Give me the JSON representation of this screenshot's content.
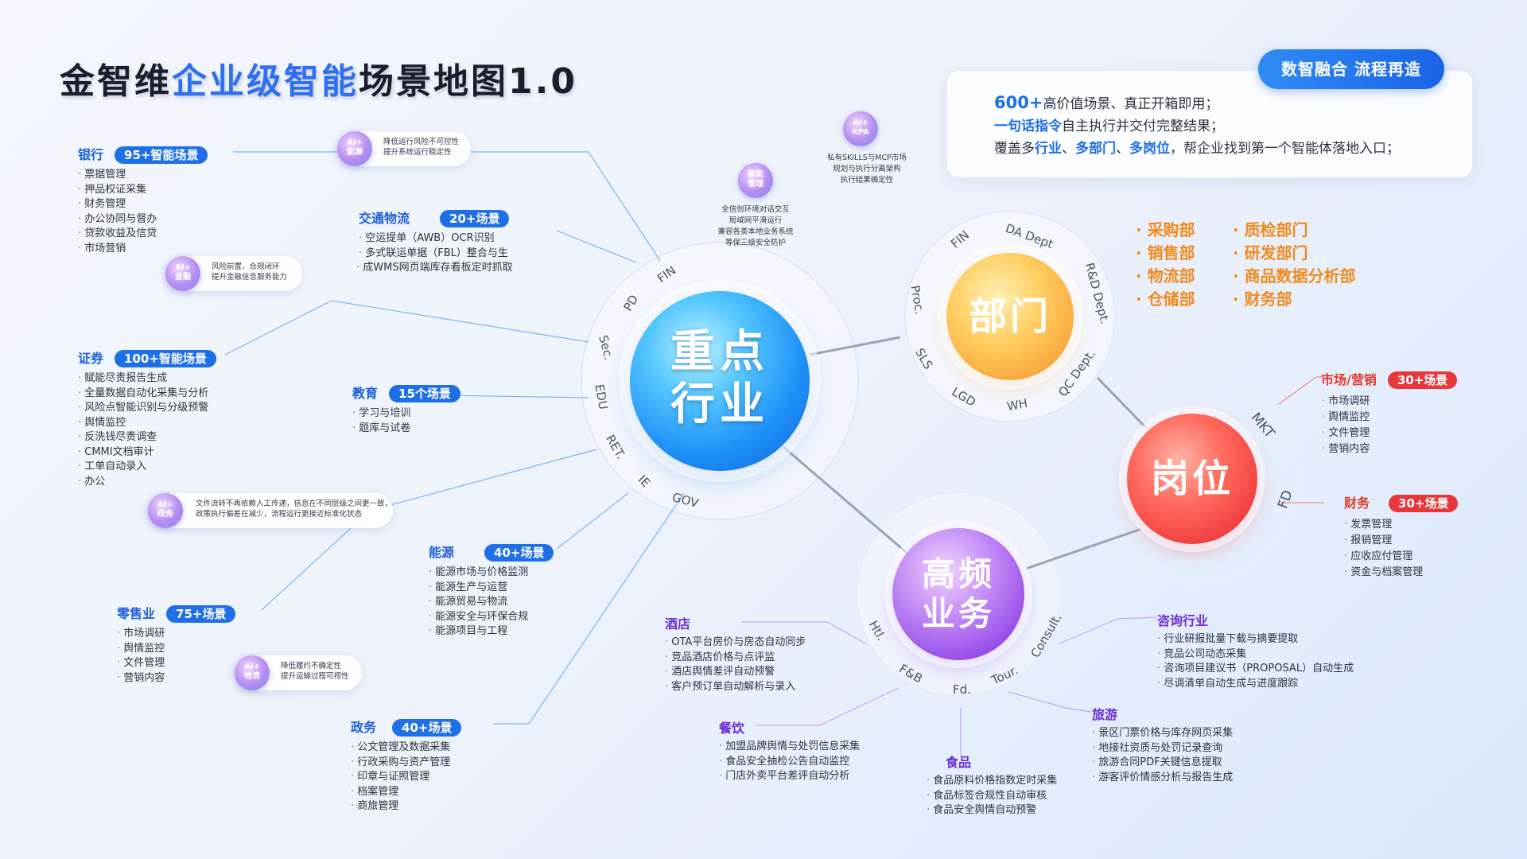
{
  "title": {
    "part1": "金智维",
    "part2": "企业级智能",
    "part3": "场景地图1.0"
  },
  "intro": {
    "tag": "数智融合 流程再造",
    "line1_highlight": "600+",
    "line1_rest": "高价值场景、真正开箱即用；",
    "line2_highlight": "一句话指令",
    "line2_rest": "自主执行并交付完整结果；",
    "line3_a": "覆盖多",
    "line3_b": "行业",
    "line3_c": "、",
    "line3_d": "多部门",
    "line3_e": "、",
    "line3_f": "多岗位",
    "line3_g": "，帮企业找到第一个智能体落地入口；"
  },
  "hubs": {
    "industry": {
      "line1": "重点",
      "line2": "行业"
    },
    "department": "部门",
    "position": "岗位",
    "frequent": {
      "line1": "高频",
      "line2": "业务"
    }
  },
  "ring_labels": {
    "industry": [
      "FIN",
      "PD",
      "Sec.",
      "EDU",
      "RET.",
      "IE",
      "GOV"
    ],
    "department": [
      "FIN",
      "DA Dept",
      "R&D Dept.",
      "QC Dept.",
      "WH",
      "LGD",
      "SLS",
      "Proc."
    ],
    "position": [
      "MKT",
      "FD"
    ],
    "frequent": [
      "Htl.",
      "F&B",
      "Fd.",
      "Tour.",
      "Consult."
    ]
  },
  "industries": {
    "bank": {
      "name": "银行",
      "count": "95+智能场景",
      "items": [
        "票据管理",
        "押品权证采集",
        "财务管理",
        "办公协同与督办",
        "贷款收益及信贷",
        "市场营销"
      ]
    },
    "securities": {
      "name": "证券",
      "count": "100+智能场景",
      "items": [
        "赋能尽责报告生成",
        "全量数据自动化采集与分析",
        "风险点智能识别与分级预警",
        "舆情监控",
        "反洗钱尽责调查",
        "CMMI文档审计",
        "工单自动录入",
        "办公"
      ]
    },
    "retail": {
      "name": "零售业",
      "count": "75+场景",
      "items": [
        "市场调研",
        "舆情监控",
        "文件管理",
        "营销内容"
      ]
    },
    "logistics": {
      "name": "交通物流",
      "count": "20+场景",
      "items": [
        "空运提单（AWB）OCR识别",
        "多式联运单据（FBL）整合与生",
        "成WMS网页端库存看板定时抓取"
      ]
    },
    "education": {
      "name": "教育",
      "count": "15个场景",
      "items": [
        "学习与培训",
        "题库与试卷"
      ]
    },
    "energy": {
      "name": "能源",
      "count": "40+场景",
      "items": [
        "能源市场与价格监测",
        "能源生产与运营",
        "能源贸易与物流",
        "能源安全与环保合规",
        "能源项目与工程"
      ]
    },
    "government": {
      "name": "政务",
      "count": "40+场景",
      "items": [
        "公文管理及数据采集",
        "行政采购与资产管理",
        "印章与证照管理",
        "档案管理",
        "商旅管理"
      ]
    }
  },
  "ai_badges": {
    "energy": {
      "icon": "AI+\n能源",
      "l1": "降低运行风险不可控性",
      "l2": "提升系统运行稳定性"
    },
    "finance": {
      "icon": "AI+\n金融",
      "l1": "风险前置、合规闭环",
      "l2": "提升金融信息服务能力"
    },
    "gov": {
      "icon": "AI+\n政务",
      "l1": "文件流转不再依赖人工传递，信息在不同层级之间更一致，",
      "l2": "政策执行偏差在减少，流程运行更接近标准化状态"
    },
    "logistics": {
      "icon": "AI+\n物流",
      "l1": "降低履约不确定性",
      "l2": "提升运输过程可视性"
    },
    "rpa": {
      "icon": "AI+\nRPA",
      "l1": "私有SKILLS与MCP市场",
      "l2": "规划与执行分离架构",
      "l3": "执行结果确定性"
    },
    "mgmt": {
      "icon": "智能\n管理",
      "l1": "全信创环境对话交互",
      "l2": "局域网平滑运行",
      "l3": "兼容各类本地业务系统",
      "l4": "等保三级安全防护"
    }
  },
  "departments": {
    "col1": [
      "采购部",
      "销售部",
      "物流部",
      "仓储部"
    ],
    "col2": [
      "质检部门",
      "研发部门",
      "商品数据分析部",
      "财务部"
    ]
  },
  "positions": {
    "marketing": {
      "name": "市场/营销",
      "count": "30+场景",
      "items": [
        "市场调研",
        "舆情监控",
        "文件管理",
        "营销内容"
      ]
    },
    "finance": {
      "name": "财务",
      "count": "30+场景",
      "items": [
        "发票管理",
        "报销管理",
        "应收应付管理",
        "资金与档案管理"
      ]
    }
  },
  "frequent": {
    "hotel": {
      "name": "酒店",
      "items": [
        "OTA平台房价与房态自动同步",
        "竞品酒店价格与点评监",
        "酒店舆情差评自动预警",
        "客户预订单自动解析与录入"
      ]
    },
    "catering": {
      "name": "餐饮",
      "items": [
        "加盟品牌舆情与处罚信息采集",
        "食品安全抽检公告自动监控",
        "门店外卖平台差评自动分析"
      ]
    },
    "food": {
      "name": "食品",
      "items": [
        "食品原料价格指数定时采集",
        "食品标签合规性自动审核",
        "食品安全舆情自动预警"
      ]
    },
    "tourism": {
      "name": "旅游",
      "items": [
        "景区门票价格与库存网页采集",
        "地接社资质与处罚记录查询",
        "旅游合同PDF关键信息提取",
        "游客评价情感分析与报告生成"
      ]
    },
    "consulting": {
      "name": "咨询行业",
      "items": [
        "行业研报批量下载与摘要提取",
        "竞品公司动态采集",
        "咨询项目建议书（PROPOSAL）自动生成",
        "尽调清单自动生成与进度跟踪"
      ]
    }
  },
  "colors": {
    "blue": "#1f6fe6",
    "orange": "#f08a1c",
    "red": "#e8373b",
    "purple": "#6b2bd6"
  }
}
